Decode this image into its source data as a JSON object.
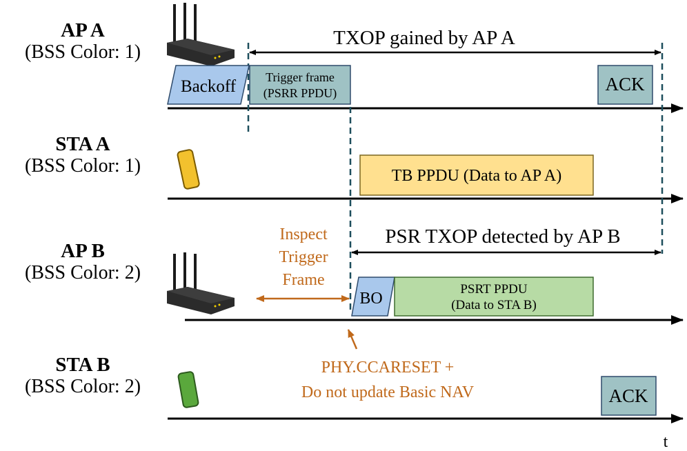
{
  "devices": [
    {
      "name": "AP A",
      "bss": "(BSS Color: 1)",
      "icon": "router-icon"
    },
    {
      "name": "STA A",
      "bss": "(BSS Color: 1)",
      "icon": "phone-icon",
      "color": "#f2c12e"
    },
    {
      "name": "AP B",
      "bss": "(BSS Color: 2)",
      "icon": "router-icon"
    },
    {
      "name": "STA B",
      "bss": "(BSS Color: 2)",
      "icon": "phone-icon",
      "color": "#5aa83c"
    }
  ],
  "frames": {
    "backoff": "Backoff",
    "trigger_line1": "Trigger frame",
    "trigger_line2": "(PSRR PPDU)",
    "ack_ap_a": "ACK",
    "tb_ppdu": "TB PPDU (Data to AP A)",
    "bo": "BO",
    "psrt_line1": "PSRT PPDU",
    "psrt_line2": "(Data to STA B)",
    "ack_sta_b": "ACK"
  },
  "annotations": {
    "txop_a": "TXOP gained by AP A",
    "psr_txop": "PSR TXOP detected by AP B",
    "inspect_1": "Inspect",
    "inspect_2": "Trigger",
    "inspect_3": "Frame",
    "phy_1": "PHY.CCARESET +",
    "phy_2": "Do not update Basic NAV",
    "axis_t": "t"
  },
  "colors": {
    "backoff_fill": "#a9c8ec",
    "trigger_fill": "#9fc2c4",
    "tb_fill": "#ffe08f",
    "psrt_fill": "#b7dba5",
    "annotation_orange": "#c0691b",
    "dashed_line": "#1d4e5c"
  }
}
